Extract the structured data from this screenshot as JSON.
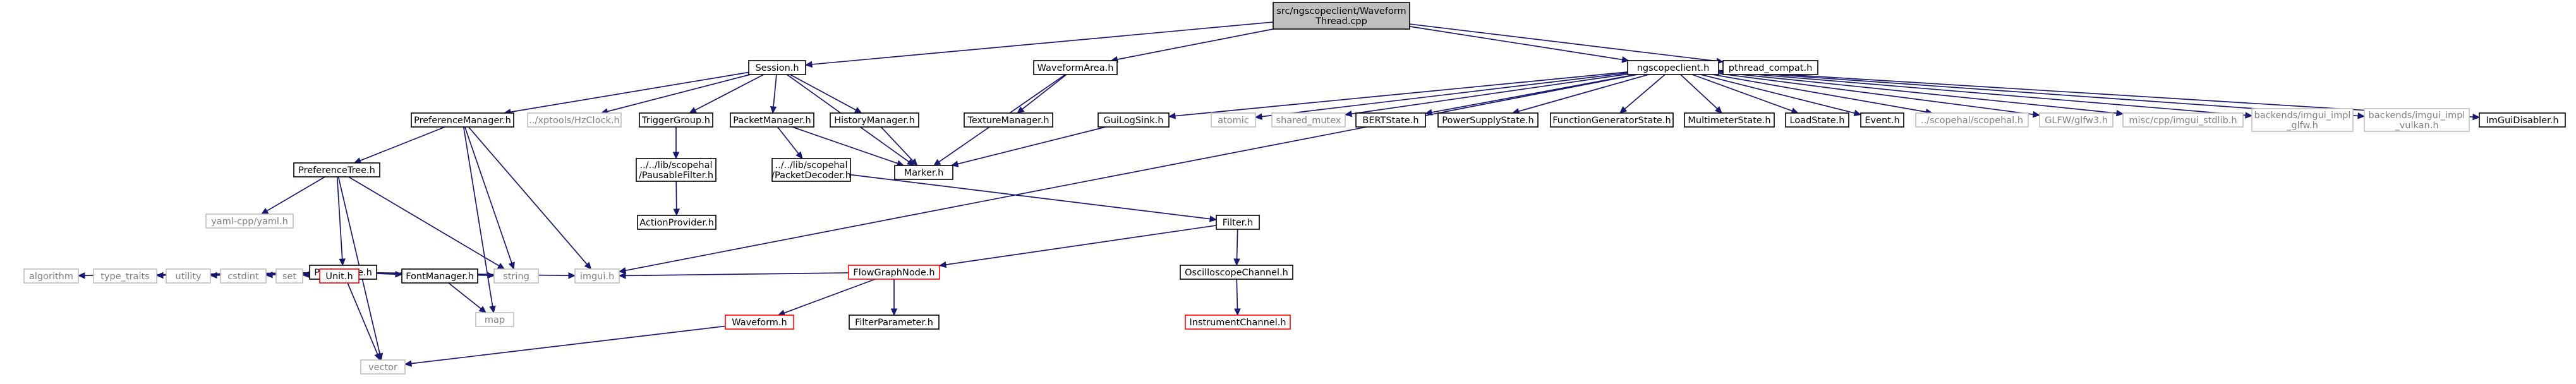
{
  "diagram": {
    "title": "src/ngscopeclient/WaveformThread.cpp include dependency graph",
    "nodes": [
      {
        "id": "root",
        "lines": [
          "src/ngscopeclient/Waveform",
          "Thread.cpp"
        ],
        "kind": "root"
      },
      {
        "id": "session",
        "lines": [
          "Session.h"
        ],
        "kind": "file"
      },
      {
        "id": "wfarea",
        "lines": [
          "WaveformArea.h"
        ],
        "kind": "file"
      },
      {
        "id": "ngsc",
        "lines": [
          "ngscopeclient.h"
        ],
        "kind": "file"
      },
      {
        "id": "pthread",
        "lines": [
          "pthread_compat.h"
        ],
        "kind": "file"
      },
      {
        "id": "prefmgr",
        "lines": [
          "PreferenceManager.h"
        ],
        "kind": "file"
      },
      {
        "id": "hzclock",
        "lines": [
          "../xptools/HzClock.h"
        ],
        "kind": "sys"
      },
      {
        "id": "triggergroup",
        "lines": [
          "TriggerGroup.h"
        ],
        "kind": "file"
      },
      {
        "id": "packetmgr",
        "lines": [
          "PacketManager.h"
        ],
        "kind": "file"
      },
      {
        "id": "historymgr",
        "lines": [
          "HistoryManager.h"
        ],
        "kind": "file"
      },
      {
        "id": "texmgr",
        "lines": [
          "TextureManager.h"
        ],
        "kind": "file"
      },
      {
        "id": "guilog",
        "lines": [
          "GuiLogSink.h"
        ],
        "kind": "file"
      },
      {
        "id": "atomic",
        "lines": [
          "atomic"
        ],
        "kind": "sys"
      },
      {
        "id": "sharedmutex",
        "lines": [
          "shared_mutex"
        ],
        "kind": "sys"
      },
      {
        "id": "bertstate",
        "lines": [
          "BERTState.h"
        ],
        "kind": "file"
      },
      {
        "id": "psustate",
        "lines": [
          "PowerSupplyState.h"
        ],
        "kind": "file"
      },
      {
        "id": "fgstate",
        "lines": [
          "FunctionGeneratorState.h"
        ],
        "kind": "file"
      },
      {
        "id": "mmstate",
        "lines": [
          "MultimeterState.h"
        ],
        "kind": "file"
      },
      {
        "id": "loadstate",
        "lines": [
          "LoadState.h"
        ],
        "kind": "file"
      },
      {
        "id": "event",
        "lines": [
          "Event.h"
        ],
        "kind": "file"
      },
      {
        "id": "scopehal",
        "lines": [
          "../scopehal/scopehal.h"
        ],
        "kind": "sys"
      },
      {
        "id": "glfw",
        "lines": [
          "GLFW/glfw3.h"
        ],
        "kind": "sys"
      },
      {
        "id": "imguistd",
        "lines": [
          "misc/cpp/imgui_stdlib.h"
        ],
        "kind": "sys"
      },
      {
        "id": "bglfw",
        "lines": [
          "backends/imgui_impl",
          "_glfw.h"
        ],
        "kind": "sys"
      },
      {
        "id": "bvulkan",
        "lines": [
          "backends/imgui_impl",
          "_vulkan.h"
        ],
        "kind": "sys"
      },
      {
        "id": "imguidis",
        "lines": [
          "ImGuiDisabler.h"
        ],
        "kind": "file"
      },
      {
        "id": "preftree",
        "lines": [
          "PreferenceTree.h"
        ],
        "kind": "file"
      },
      {
        "id": "pausable",
        "lines": [
          "../../lib/scopehal",
          "/PausableFilter.h"
        ],
        "kind": "file"
      },
      {
        "id": "packetdec",
        "lines": [
          "../../lib/scopehal",
          "/PacketDecoder.h"
        ],
        "kind": "file"
      },
      {
        "id": "marker",
        "lines": [
          "Marker.h"
        ],
        "kind": "file"
      },
      {
        "id": "yaml",
        "lines": [
          "yaml-cpp/yaml.h"
        ],
        "kind": "sys"
      },
      {
        "id": "actionprov",
        "lines": [
          "ActionProvider.h"
        ],
        "kind": "file"
      },
      {
        "id": "filter",
        "lines": [
          "Filter.h"
        ],
        "kind": "file"
      },
      {
        "id": "preference",
        "lines": [
          "Preference.h"
        ],
        "kind": "file"
      },
      {
        "id": "algorithm",
        "lines": [
          "algorithm"
        ],
        "kind": "sys"
      },
      {
        "id": "typetraits",
        "lines": [
          "type_traits"
        ],
        "kind": "sys"
      },
      {
        "id": "utility",
        "lines": [
          "utility"
        ],
        "kind": "sys"
      },
      {
        "id": "cstdint",
        "lines": [
          "cstdint"
        ],
        "kind": "sys"
      },
      {
        "id": "set",
        "lines": [
          "set"
        ],
        "kind": "sys"
      },
      {
        "id": "unit",
        "lines": [
          "Unit.h"
        ],
        "kind": "trunc"
      },
      {
        "id": "fontmgr",
        "lines": [
          "FontManager.h"
        ],
        "kind": "file"
      },
      {
        "id": "string",
        "lines": [
          "string"
        ],
        "kind": "sys"
      },
      {
        "id": "imgui",
        "lines": [
          "imgui.h"
        ],
        "kind": "sys"
      },
      {
        "id": "fgnode",
        "lines": [
          "FlowGraphNode.h"
        ],
        "kind": "trunc"
      },
      {
        "id": "oscchan",
        "lines": [
          "OscilloscopeChannel.h"
        ],
        "kind": "file"
      },
      {
        "id": "map",
        "lines": [
          "map"
        ],
        "kind": "sys"
      },
      {
        "id": "waveform",
        "lines": [
          "Waveform.h"
        ],
        "kind": "trunc"
      },
      {
        "id": "filterparam",
        "lines": [
          "FilterParameter.h"
        ],
        "kind": "file"
      },
      {
        "id": "instchan",
        "lines": [
          "InstrumentChannel.h"
        ],
        "kind": "trunc"
      },
      {
        "id": "vector",
        "lines": [
          "vector"
        ],
        "kind": "sys"
      }
    ],
    "edges": [
      [
        "root",
        "session"
      ],
      [
        "root",
        "wfarea"
      ],
      [
        "root",
        "ngsc"
      ],
      [
        "root",
        "pthread"
      ],
      [
        "session",
        "prefmgr"
      ],
      [
        "session",
        "hzclock"
      ],
      [
        "session",
        "triggergroup"
      ],
      [
        "session",
        "packetmgr"
      ],
      [
        "session",
        "historymgr"
      ],
      [
        "session",
        "marker"
      ],
      [
        "wfarea",
        "texmgr"
      ],
      [
        "wfarea",
        "marker"
      ],
      [
        "ngsc",
        "guilog"
      ],
      [
        "ngsc",
        "atomic"
      ],
      [
        "ngsc",
        "sharedmutex"
      ],
      [
        "ngsc",
        "bertstate"
      ],
      [
        "ngsc",
        "psustate"
      ],
      [
        "ngsc",
        "fgstate"
      ],
      [
        "ngsc",
        "mmstate"
      ],
      [
        "ngsc",
        "loadstate"
      ],
      [
        "ngsc",
        "event"
      ],
      [
        "ngsc",
        "scopehal"
      ],
      [
        "ngsc",
        "glfw"
      ],
      [
        "ngsc",
        "imguistd"
      ],
      [
        "ngsc",
        "bglfw"
      ],
      [
        "ngsc",
        "bvulkan"
      ],
      [
        "ngsc",
        "imguidis"
      ],
      [
        "ngsc",
        "imgui"
      ],
      [
        "prefmgr",
        "preftree"
      ],
      [
        "prefmgr",
        "string"
      ],
      [
        "prefmgr",
        "map"
      ],
      [
        "prefmgr",
        "imgui"
      ],
      [
        "triggergroup",
        "pausable"
      ],
      [
        "pausable",
        "actionprov"
      ],
      [
        "packetmgr",
        "packetdec"
      ],
      [
        "packetmgr",
        "marker"
      ],
      [
        "historymgr",
        "marker"
      ],
      [
        "guilog",
        "marker"
      ],
      [
        "packetdec",
        "filter"
      ],
      [
        "preftree",
        "yaml"
      ],
      [
        "preftree",
        "preference"
      ],
      [
        "preftree",
        "string"
      ],
      [
        "preftree",
        "vector"
      ],
      [
        "preference",
        "algorithm"
      ],
      [
        "preference",
        "typetraits"
      ],
      [
        "preference",
        "utility"
      ],
      [
        "preference",
        "cstdint"
      ],
      [
        "preference",
        "set"
      ],
      [
        "preference",
        "unit"
      ],
      [
        "preference",
        "fontmgr"
      ],
      [
        "preference",
        "string"
      ],
      [
        "preference",
        "imgui"
      ],
      [
        "preference",
        "vector"
      ],
      [
        "fontmgr",
        "map"
      ],
      [
        "filter",
        "fgnode"
      ],
      [
        "filter",
        "oscchan"
      ],
      [
        "fgnode",
        "waveform"
      ],
      [
        "fgnode",
        "filterparam"
      ],
      [
        "fgnode",
        "imgui"
      ],
      [
        "oscchan",
        "instchan"
      ],
      [
        "waveform",
        "vector"
      ]
    ]
  }
}
